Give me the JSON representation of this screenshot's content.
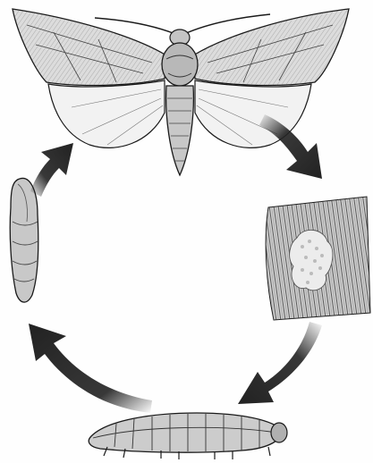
{
  "diagram": {
    "kind": "life-cycle",
    "stages": [
      "moth",
      "eggs",
      "caterpillar",
      "pupa"
    ],
    "arrows": [
      {
        "from": "moth",
        "to": "eggs"
      },
      {
        "from": "eggs",
        "to": "caterpillar"
      },
      {
        "from": "caterpillar",
        "to": "pupa"
      },
      {
        "from": "pupa",
        "to": "moth"
      }
    ],
    "colors": {
      "ink": "#1a1a1a",
      "arrow": "#222222",
      "wing_fill": "#dcdcdc",
      "body_fill": "#b8b8b8",
      "bark_fill": "#cfcfcf",
      "paper": "#fefefe"
    }
  }
}
